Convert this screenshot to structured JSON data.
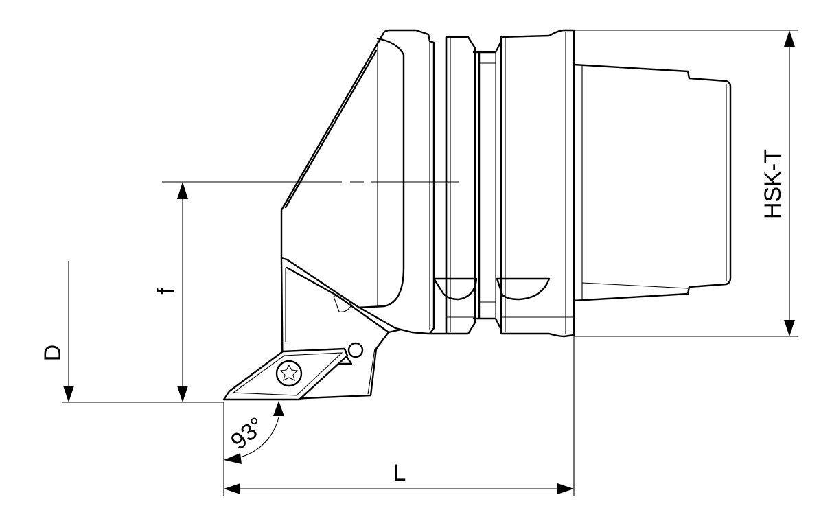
{
  "labels": {
    "interface": "HSK-T",
    "offset": "f",
    "diameter": "D",
    "length": "L",
    "angle": "93°"
  }
}
